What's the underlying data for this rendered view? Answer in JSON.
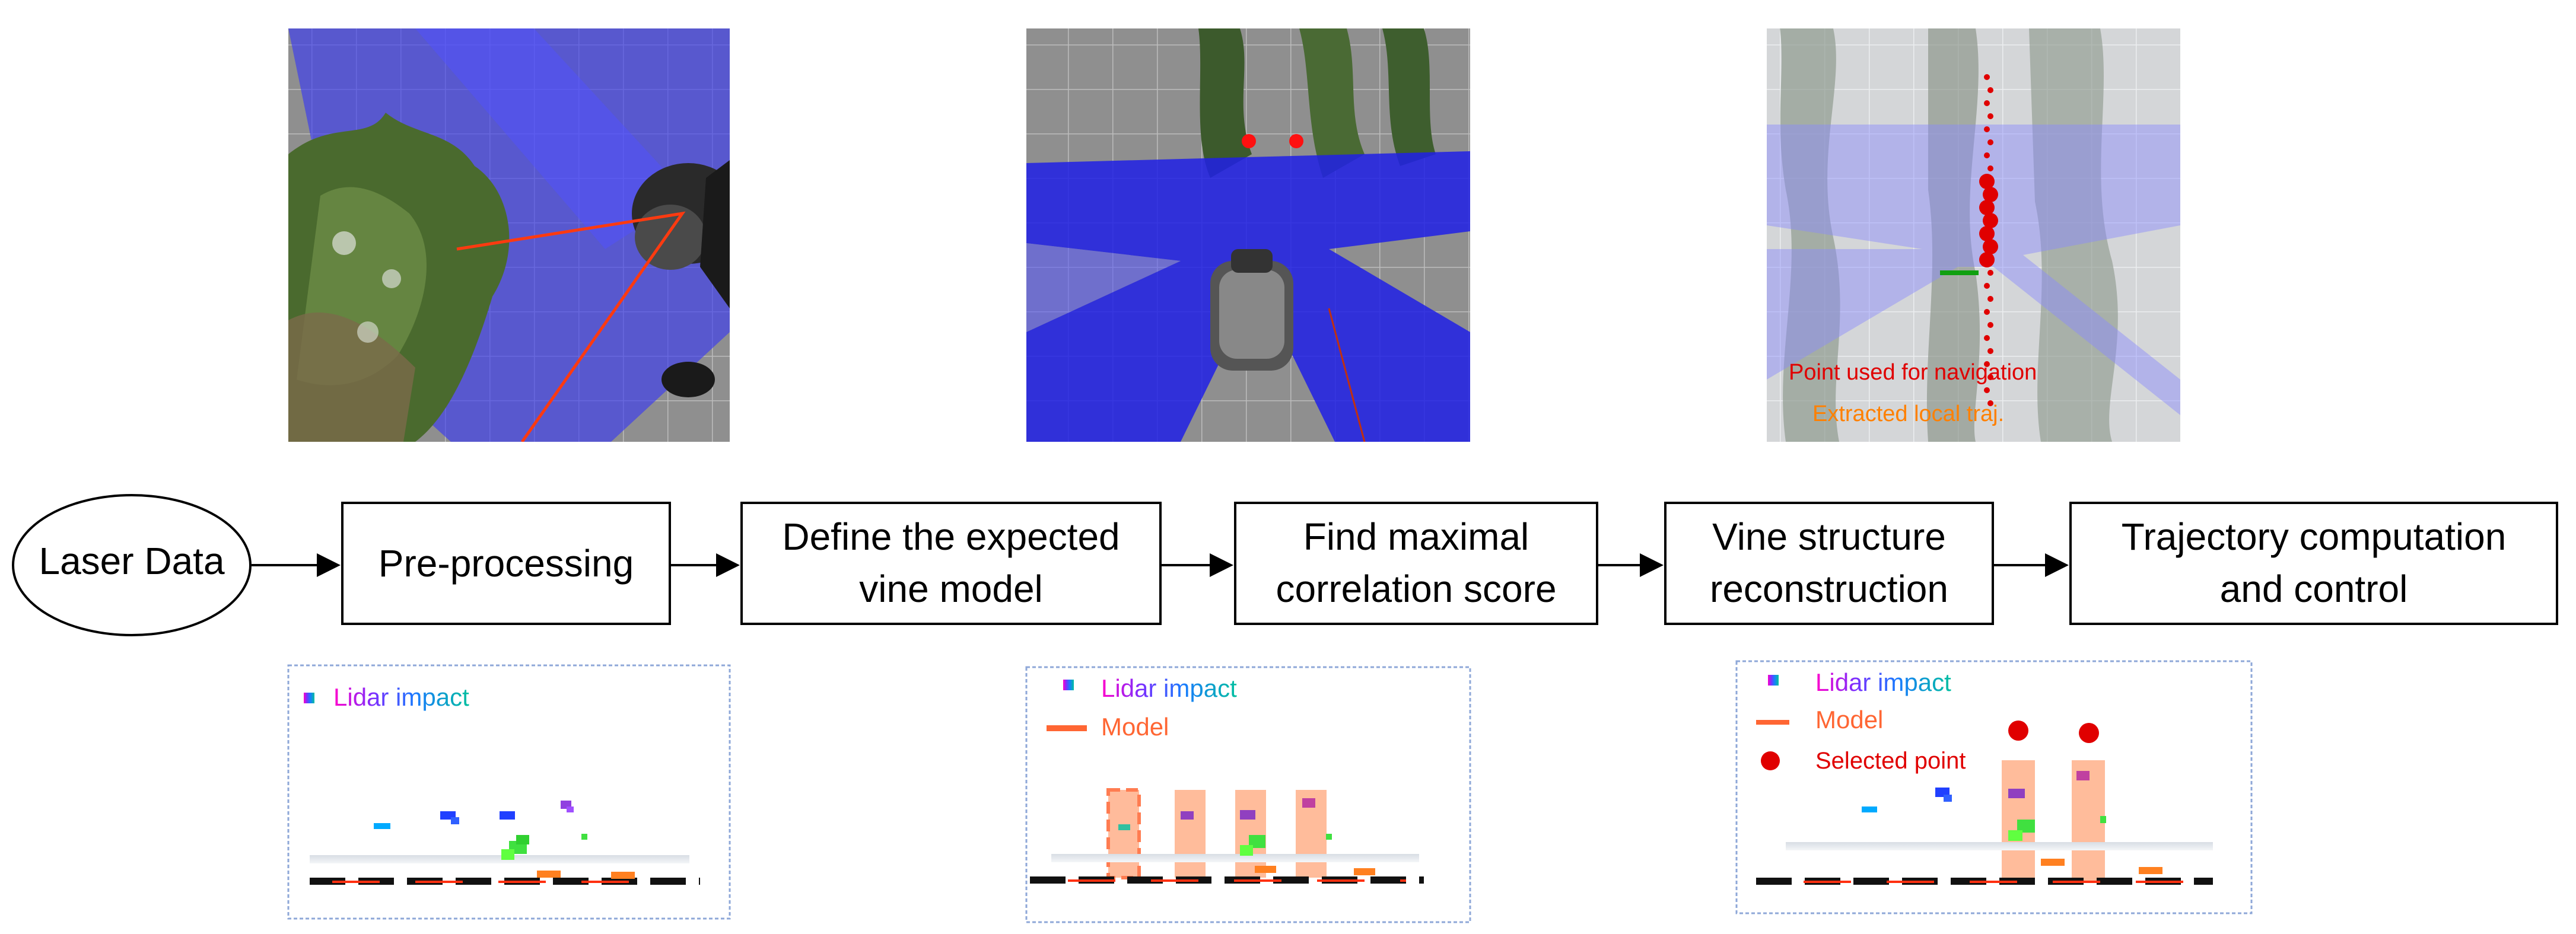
{
  "flow": {
    "start": "Laser Data",
    "steps": [
      {
        "lines": [
          "Pre-processing"
        ]
      },
      {
        "lines": [
          "Define the expected",
          "vine model"
        ]
      },
      {
        "lines": [
          "Find maximal",
          "correlation score"
        ]
      },
      {
        "lines": [
          "Vine structure",
          "reconstruction"
        ]
      },
      {
        "lines": [
          "Trajectory computation",
          "and control"
        ]
      }
    ]
  },
  "photos": {
    "third": {
      "label_point": "Point used for navigation",
      "label_traj": "Extracted local traj."
    }
  },
  "legends": {
    "lidar": "Lidar impact",
    "model": "Model",
    "selected": "Selected point"
  },
  "colors": {
    "arrow": "#000000",
    "lidar_blue": "#3040ff",
    "model": "#ff6633",
    "selected": "#e00000",
    "label_point": "#e00000",
    "label_traj": "#ff8000",
    "panel_border": "#8fa8d8"
  }
}
